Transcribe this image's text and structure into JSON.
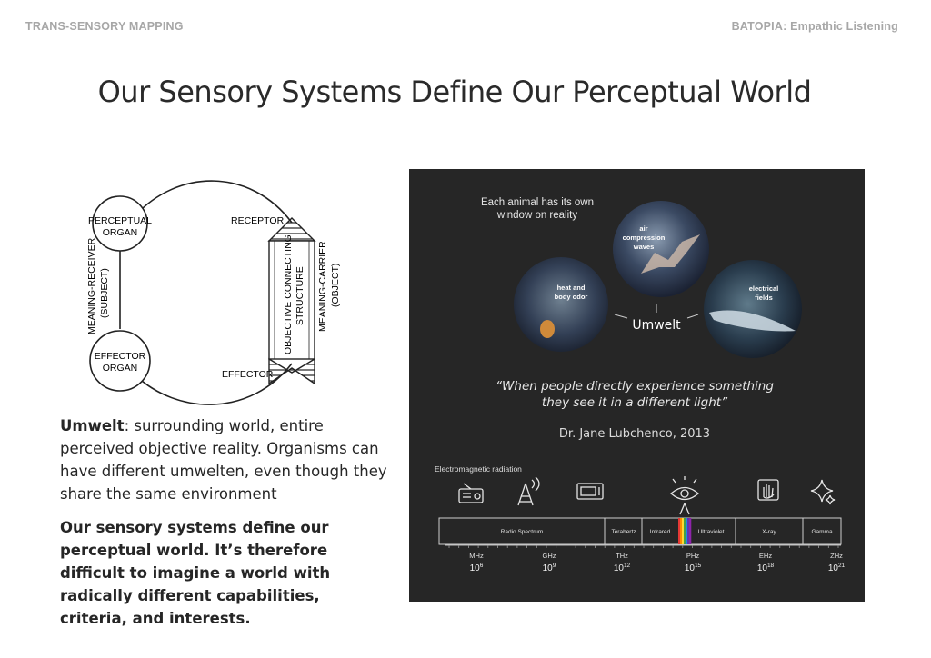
{
  "header": {
    "left": "TRANS-SENSORY MAPPING",
    "right": "BATOPIA: Empathic Listening"
  },
  "title": "Our Sensory Systems Define Our Perceptual World",
  "diagram": {
    "perceptual_organ": [
      "PERCEPTUAL",
      "ORGAN"
    ],
    "effector_organ": [
      "EFFECTOR",
      "ORGAN"
    ],
    "receptor": "RECEPTOR",
    "effector": "EFFECTOR",
    "meaning_receiver": [
      "MEANING-RECEIVER",
      "(SUBJECT)"
    ],
    "objective_structure": [
      "OBJECTIVE CONNECTING",
      "STRUCTURE"
    ],
    "meaning_carrier": [
      "MEANING-CARRIER",
      "(OBJECT)"
    ]
  },
  "text": {
    "umwelt_term": "Umwelt",
    "umwelt_def": ": surrounding world, entire perceived objective reality. Organisms can have different umwelten, even though they share the same environment",
    "statement": "Our sensory systems define our perceptual world. It’s therefore difficult to imagine a world with radically different capabilities, criteria, and interests."
  },
  "panel": {
    "intro": [
      "Each animal has its own",
      "window on reality"
    ],
    "bubbles": {
      "bat": [
        "air",
        "compression",
        "waves"
      ],
      "tick": [
        "heat and",
        "body odor"
      ],
      "fish": [
        "electrical",
        "fields"
      ]
    },
    "center_label": "Umwelt",
    "quote_line1": "“When people directly experience something",
    "quote_line2": "they see it in a different light”",
    "attribution": "Dr. Jane Lubchenco, 2013",
    "spectrum_title": "Electromagnetic radiation",
    "bands": [
      "Radio Spectrum",
      "Terahertz",
      "Infrared",
      "Ultraviolet",
      "X-ray",
      "Gamma"
    ],
    "units": [
      "MHz",
      "GHz",
      "THz",
      "PHz",
      "EHz",
      "ZHz"
    ],
    "exponents": [
      "6",
      "9",
      "12",
      "15",
      "18",
      "21"
    ],
    "visible_colors": [
      "#e53935",
      "#fb8c00",
      "#fdd835",
      "#43a047",
      "#1e88e5",
      "#5e35b1",
      "#8e24aa"
    ],
    "icons": [
      "radio-icon",
      "antenna-tower-icon",
      "microwave-icon",
      "eye-icon",
      "xray-hand-icon",
      "sparkle-icon"
    ]
  }
}
